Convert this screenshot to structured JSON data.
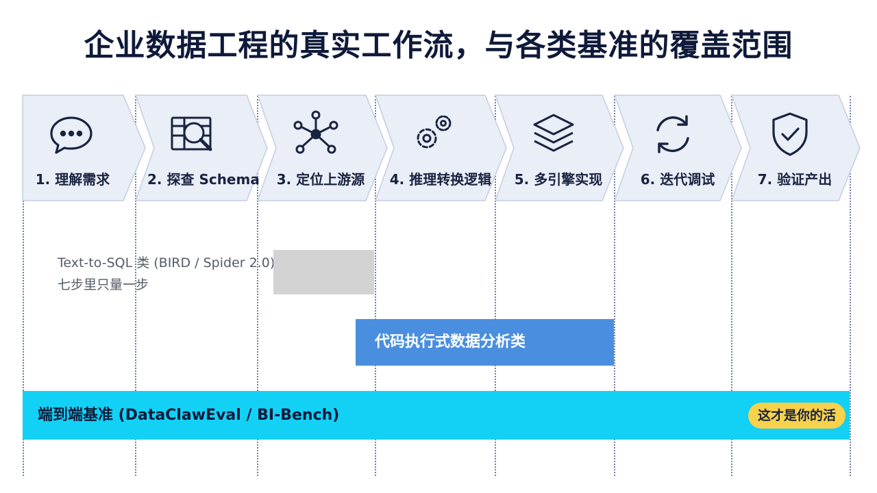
{
  "title": "企业数据工程的真实工作流，与各类基准的覆盖范围",
  "steps": [
    {
      "label": "1. 理解需求",
      "icon": "chat-bubble-icon"
    },
    {
      "label": "2. 探查 Schema",
      "icon": "table-search-icon"
    },
    {
      "label": "3. 定位上游源",
      "icon": "network-nodes-icon"
    },
    {
      "label": "4. 推理转换逻辑",
      "icon": "gears-icon"
    },
    {
      "label": "5. 多引擎实现",
      "icon": "layers-icon"
    },
    {
      "label": "6. 迭代调试",
      "icon": "refresh-icon"
    },
    {
      "label": "7. 验证产出",
      "icon": "shield-check-icon"
    }
  ],
  "coverage": {
    "text_to_sql": {
      "title": "Text-to-SQL 类 (BIRD / Spider 2.0)",
      "note": "七步里只量一步"
    },
    "code_exec": {
      "label": "代码执行式数据分析类"
    },
    "end_to_end": {
      "label": "端到端基准 (DataClawEval / BI-Bench)",
      "badge": "这才是你的活"
    }
  },
  "colors": {
    "step_fill": "#e9eef7",
    "step_border": "#c3cde0",
    "text_to_sql_block": "#d3d3d3",
    "code_bar": "#4a8fdf",
    "end_to_end_bar": "#12d1f5",
    "badge": "#f8d24b"
  }
}
